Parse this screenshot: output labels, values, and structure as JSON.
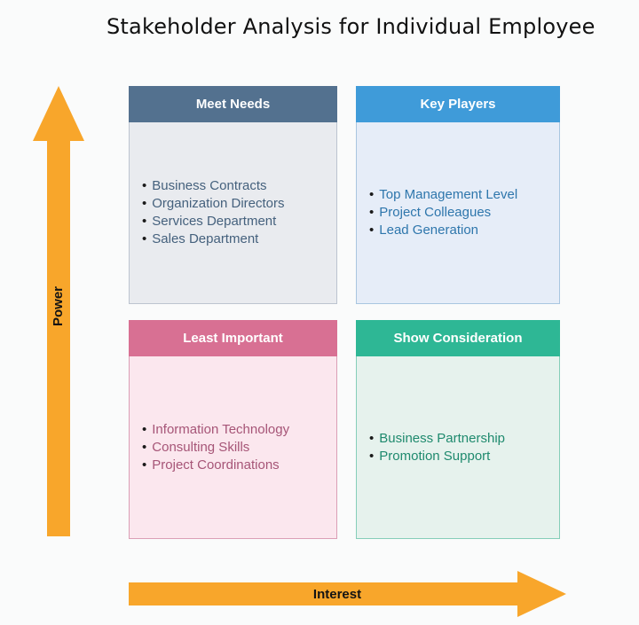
{
  "title": "Stakeholder Analysis for Individual Employee",
  "axes": {
    "y_label": "Power",
    "x_label": "Interest",
    "arrow_color": "#f8a62b",
    "label_color": "#131313"
  },
  "quadrants": [
    {
      "label": "Meet Needs",
      "header_color": "#53718f",
      "body_color": "#e9ebef",
      "border_color": "#bcc4d0",
      "text_color": "#45617d",
      "bullet_color": "#1a1a1a",
      "items": [
        "Business Contracts",
        "Organization Directors",
        "Services Department",
        "Sales Department"
      ]
    },
    {
      "label": "Key Players",
      "header_color": "#3f9bd9",
      "body_color": "#e6edf8",
      "border_color": "#a9c6e0",
      "text_color": "#2e76ac",
      "bullet_color": "#1a1a1a",
      "items": [
        "Top Management Level",
        "Project Colleagues",
        "Lead Generation"
      ]
    },
    {
      "label": "Least Important",
      "header_color": "#d87093",
      "body_color": "#fbe7ee",
      "border_color": "#db9fb6",
      "text_color": "#a65577",
      "bullet_color": "#1a1a1a",
      "items": [
        "Information Technology",
        "Consulting Skills",
        "Project Coordinations"
      ]
    },
    {
      "label": "Show Consideration",
      "header_color": "#2eb795",
      "body_color": "#e6f2ed",
      "border_color": "#85ceb9",
      "text_color": "#1f8a6e",
      "bullet_color": "#1a1a1a",
      "items": [
        "Business Partnership",
        "Promotion Support"
      ]
    }
  ]
}
